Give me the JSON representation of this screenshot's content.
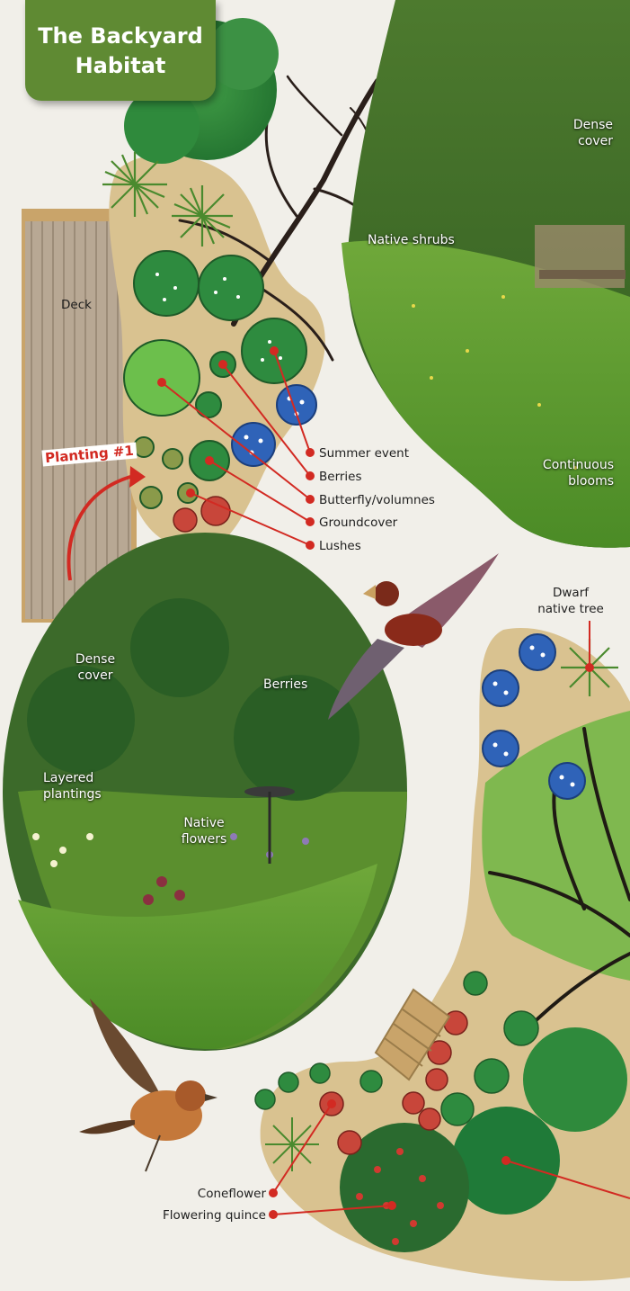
{
  "title": "The Backyard\nHabitat",
  "labels": {
    "deck": "Deck",
    "planting": "Planting #1",
    "photo1": {
      "dense_cover": "Dense\ncover",
      "native_shrubs": "Native shrubs",
      "continuous_blooms": "Continuous\nblooms"
    },
    "plan1_legend": [
      "Summer event",
      "Berries",
      "Butterfly/volumnes",
      "Groundcover",
      "Lushes"
    ],
    "photo2": {
      "dense_cover": "Dense\ncover",
      "berries": "Berries",
      "layered_plantings": "Layered\nplantings",
      "native_flowers": "Native\nflowers"
    },
    "dwarf_tree": "Dwarf\nnative tree",
    "plan2_legend": [
      "Coneflower",
      "Flowering quince"
    ]
  },
  "colors": {
    "title_bg": "#5f8a33",
    "planting_red": "#d22a22",
    "leader_red": "#d22a22",
    "bed_tan": "#d9c290",
    "lawn_green": "#5d9a2e",
    "berry_blue": "#2f63b8",
    "shrub_green": "#2f8a3c"
  }
}
